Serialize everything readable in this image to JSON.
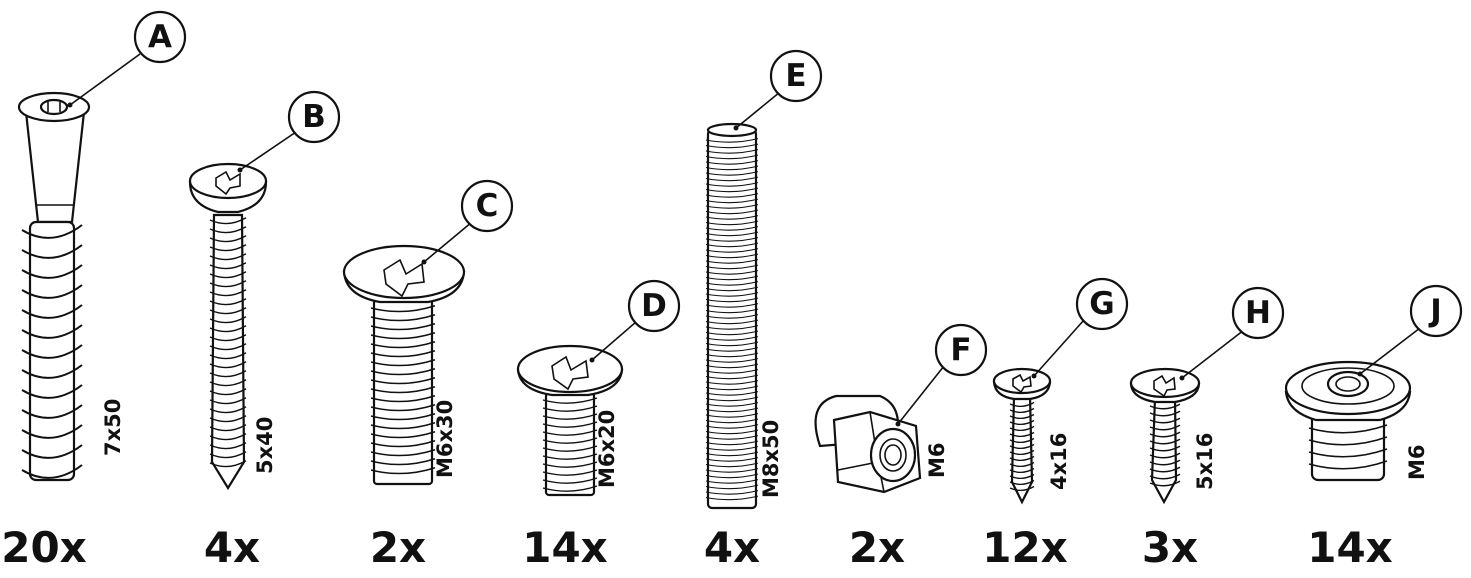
{
  "parts": [
    {
      "letter": "A",
      "size": "7x50",
      "qty": "20x"
    },
    {
      "letter": "B",
      "size": "5x40",
      "qty": "4x"
    },
    {
      "letter": "C",
      "size": "M6x30",
      "qty": "2x"
    },
    {
      "letter": "D",
      "size": "M6x20",
      "qty": "14x"
    },
    {
      "letter": "E",
      "size": "M8x50",
      "qty": "4x"
    },
    {
      "letter": "F",
      "size": "M6",
      "qty": "2x"
    },
    {
      "letter": "G",
      "size": "4x16",
      "qty": "12x"
    },
    {
      "letter": "H",
      "size": "5x16",
      "qty": "3x"
    },
    {
      "letter": "J",
      "size": "M6",
      "qty": "14x"
    }
  ]
}
